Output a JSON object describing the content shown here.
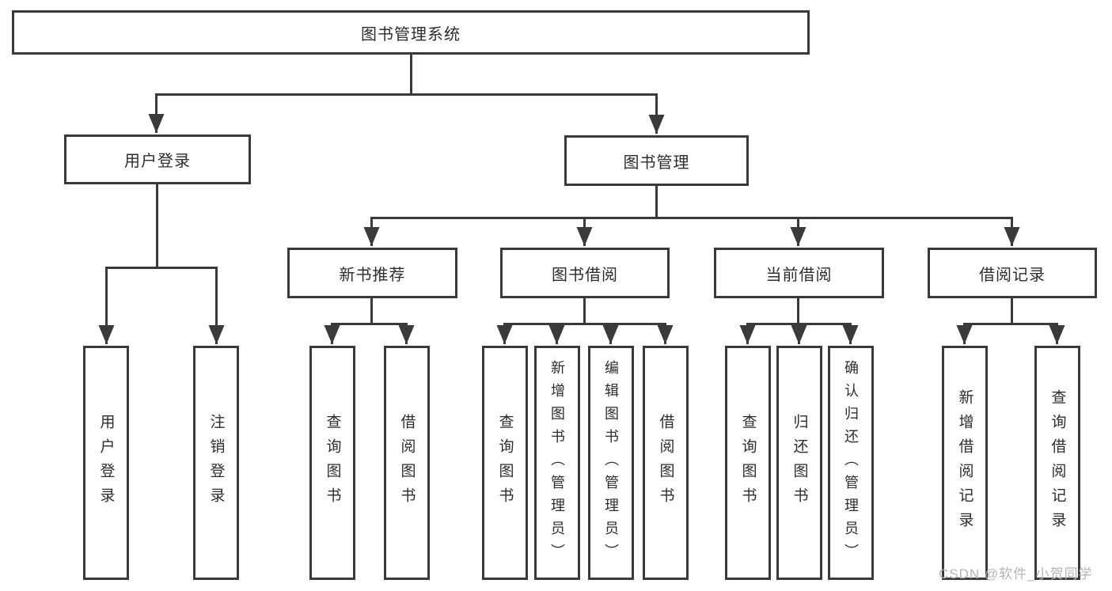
{
  "diagram": {
    "type": "tree",
    "colors": {
      "line": "#3a3a3a",
      "box_background": "#ffffff",
      "text": "#2d2d2d",
      "watermark": "#b5b5b5"
    }
  },
  "tree": {
    "label": "图书管理系统",
    "children": [
      {
        "label": "用户登录",
        "children": [
          {
            "label": "用户登录"
          },
          {
            "label": "注销登录"
          }
        ]
      },
      {
        "label": "图书管理",
        "children": [
          {
            "label": "新书推荐",
            "children": [
              {
                "label": "查询图书"
              },
              {
                "label": "借阅图书"
              }
            ]
          },
          {
            "label": "图书借阅",
            "children": [
              {
                "label": "查询图书"
              },
              {
                "label": "新增图书（管理员）"
              },
              {
                "label": "编辑图书（管理员）"
              },
              {
                "label": "借阅图书"
              }
            ]
          },
          {
            "label": "当前借阅",
            "children": [
              {
                "label": "查询图书"
              },
              {
                "label": "归还图书"
              },
              {
                "label": "确认归还（管理员）"
              }
            ]
          },
          {
            "label": "借阅记录",
            "children": [
              {
                "label": "新增借阅记录"
              },
              {
                "label": "查询借阅记录"
              }
            ]
          }
        ]
      }
    ]
  },
  "watermark": {
    "text": "CSDN @软件_小贺同学"
  }
}
